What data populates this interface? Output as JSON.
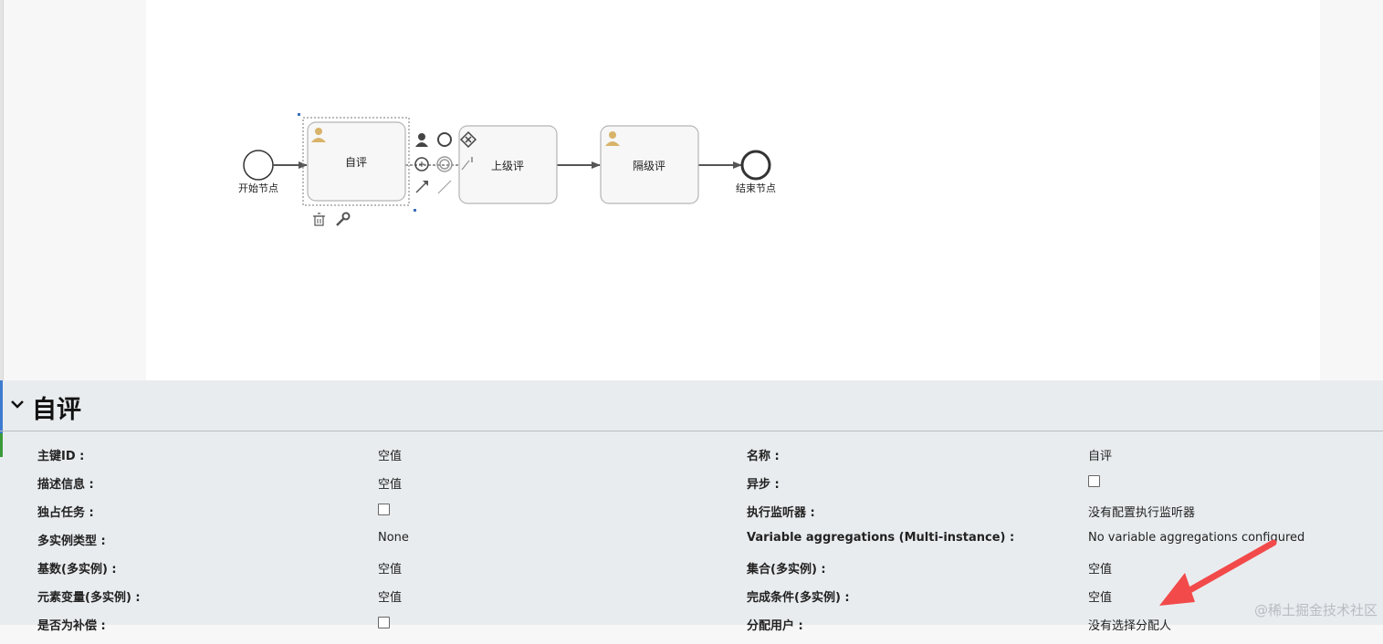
{
  "diagram": {
    "start_label": "开始节点",
    "end_label": "结束节点",
    "tasks": [
      "自评",
      "上级评",
      "隔级评"
    ]
  },
  "properties": {
    "title": "自评",
    "rows": [
      {
        "left_label": "主键ID :",
        "left_value": "空值",
        "right_label": "名称 :",
        "right_value": "自评"
      },
      {
        "left_label": "描述信息 :",
        "left_value": "空值",
        "right_label": "异步 :",
        "right_value": "checkbox"
      },
      {
        "left_label": "独占任务 :",
        "left_value": "checkbox",
        "right_label": "执行监听器 :",
        "right_value": "没有配置执行监听器"
      },
      {
        "left_label": "多实例类型 :",
        "left_value": "None",
        "right_label": "Variable aggregations (Multi-instance) :",
        "right_value": "No variable aggregations configured"
      },
      {
        "left_label": "基数(多实例) :",
        "left_value": "空值",
        "right_label": "集合(多实例) :",
        "right_value": "空值"
      },
      {
        "left_label": "元素变量(多实例) :",
        "left_value": "空值",
        "right_label": "完成条件(多实例) :",
        "right_value": "空值"
      },
      {
        "left_label": "是否为补偿 :",
        "left_value": "checkbox",
        "right_label": "分配用户 :",
        "right_value": "没有选择分配人"
      }
    ]
  },
  "watermark": "@稀土掘金技术社区",
  "colors": {
    "arrow_annotation": "#f24a4a",
    "panel_bg": "#e9ecef",
    "canvas_bg": "#ffffff"
  }
}
